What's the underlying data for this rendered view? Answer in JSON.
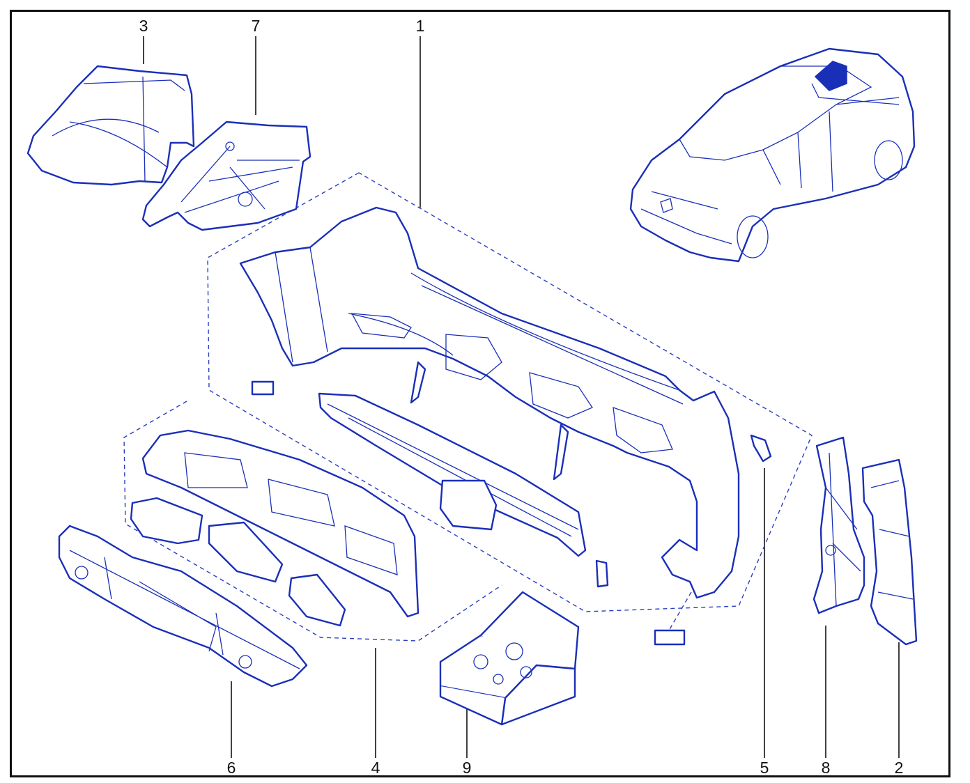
{
  "diagram": {
    "callouts": [
      {
        "id": "3",
        "label": "3"
      },
      {
        "id": "7",
        "label": "7"
      },
      {
        "id": "1",
        "label": "1"
      },
      {
        "id": "6",
        "label": "6"
      },
      {
        "id": "4",
        "label": "4"
      },
      {
        "id": "9",
        "label": "9"
      },
      {
        "id": "5",
        "label": "5"
      },
      {
        "id": "8",
        "label": "8"
      },
      {
        "id": "2",
        "label": "2"
      }
    ],
    "colors": {
      "line_art": "#1a2fb8",
      "leader": "#111111",
      "frame": "#111111",
      "background": "#ffffff"
    }
  }
}
